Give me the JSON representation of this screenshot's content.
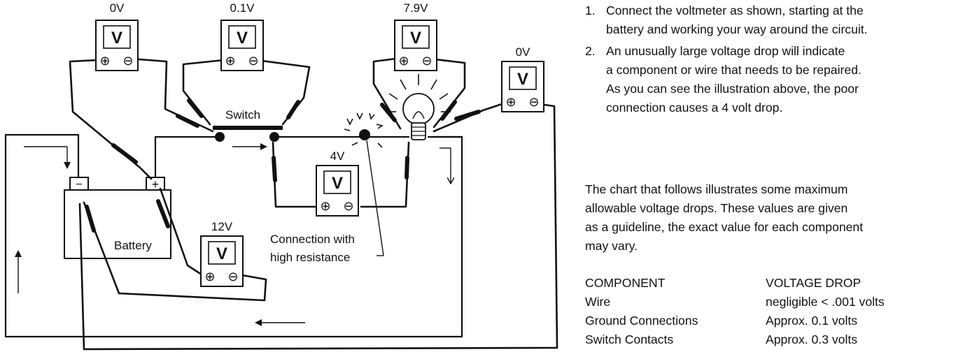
{
  "diagram": {
    "battery_label": "Battery",
    "switch_label": "Switch",
    "connection_label_line1": "Connection with",
    "connection_label_line2": "high resistance",
    "battery_negative_symbol": "−",
    "battery_positive_symbol": "+",
    "meters": [
      {
        "id": "meter-battery",
        "reading": "12V",
        "face": "V",
        "plus": "⊕",
        "minus": "⊖"
      },
      {
        "id": "meter-ground",
        "reading": "0V",
        "face": "V",
        "plus": "⊕",
        "minus": "⊖"
      },
      {
        "id": "meter-switch",
        "reading": "0.1V",
        "face": "V",
        "plus": "⊕",
        "minus": "⊖"
      },
      {
        "id": "meter-connection",
        "reading": "4V",
        "face": "V",
        "plus": "⊕",
        "minus": "⊖"
      },
      {
        "id": "meter-bulb",
        "reading": "7.9V",
        "face": "V",
        "plus": "⊕",
        "minus": "⊖"
      },
      {
        "id": "meter-bulb-ground",
        "reading": "0V",
        "face": "V",
        "plus": "⊕",
        "minus": "⊖"
      }
    ]
  },
  "instructions": [
    {
      "number": "1.",
      "lines": "Connect the voltmeter as shown, starting at the\nbattery and working your way around the circuit."
    },
    {
      "number": "2.",
      "lines": "An unusually large voltage drop will indicate\na component or wire that needs to be repaired.\nAs you can see the illustration above, the poor\nconnection causes a 4 volt drop."
    }
  ],
  "chart_note": "The chart that follows illustrates some maximum\nallowable voltage drops. These values are given\nas a guideline, the exact value for each component\nmay vary.",
  "table": {
    "headers": [
      "COMPONENT",
      "VOLTAGE DROP"
    ],
    "rows": [
      [
        "Wire",
        "negligible < .001 volts"
      ],
      [
        "Ground Connections",
        "Approx. 0.1 volts"
      ],
      [
        "Switch Contacts",
        "Approx. 0.3 volts"
      ]
    ]
  }
}
